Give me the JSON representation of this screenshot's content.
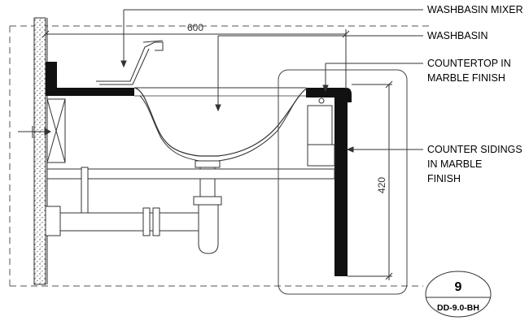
{
  "labels": {
    "mixer": "WASHBASIN MIXER",
    "washbasin": "WASHBASIN",
    "countertop_1": "COUNTERTOP IN",
    "countertop_2": "MARBLE FINISH",
    "sidings_1": "COUNTER SIDINGS",
    "sidings_2": "IN MARBLE",
    "sidings_3": "FINISH"
  },
  "dimensions": {
    "width": "600",
    "height": "420"
  },
  "detail_tag": {
    "number": "9",
    "reference": "DD-9.0-BH"
  }
}
